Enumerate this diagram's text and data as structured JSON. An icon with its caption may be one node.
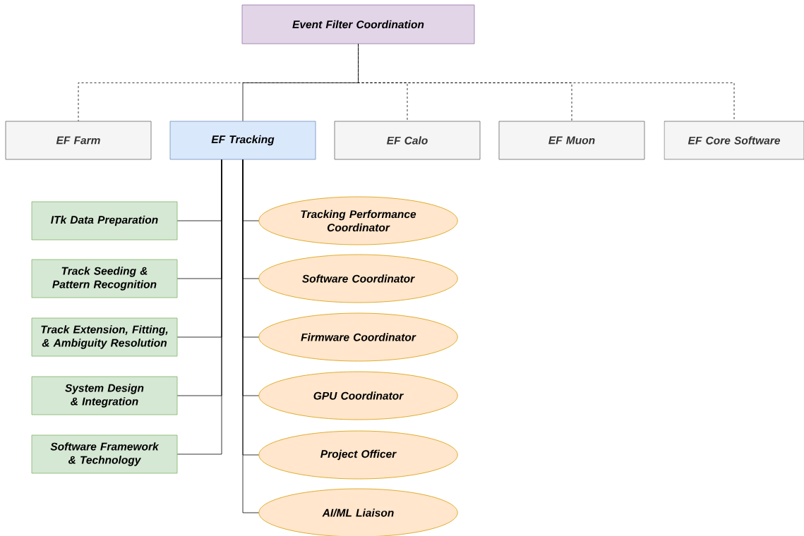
{
  "diagram": {
    "nodes": [
      {
        "text": [
          "Event Filter Coordination"
        ]
      },
      {
        "text": [
          "EF Farm"
        ]
      },
      {
        "text": [
          "EF Tracking"
        ]
      },
      {
        "text": [
          "EF Calo"
        ]
      },
      {
        "text": [
          "EF Muon"
        ]
      },
      {
        "text": [
          "EF Core Software"
        ]
      },
      {
        "text": [
          "ITk Data Preparation"
        ]
      },
      {
        "text": [
          "Track Seeding & Pattern Recognition"
        ]
      },
      {
        "text": [
          "Track Extension, Fitting, & Ambiguity Resolution"
        ]
      },
      {
        "text": [
          "System Design & Integration"
        ]
      },
      {
        "text": [
          "Software Framework & Technology"
        ]
      },
      {
        "text": [
          "Tracking Performance Coordinator"
        ]
      },
      {
        "text": [
          "Software Coordinator"
        ]
      },
      {
        "text": [
          "Firmware Coordinator"
        ]
      },
      {
        "text": [
          "GPU Coordinator"
        ]
      },
      {
        "text": [
          "Project Officer"
        ]
      },
      {
        "text": [
          "AI/ML Liaison"
        ]
      }
    ],
    "edges": [
      {
        "from": 0,
        "to": 1,
        "arrow": "none",
        "style": "dashed"
      },
      {
        "from": 0,
        "to": 2,
        "arrow": "none"
      },
      {
        "from": 0,
        "to": 3,
        "arrow": "none",
        "style": "dashed"
      },
      {
        "from": 0,
        "to": 4,
        "arrow": "none",
        "style": "dashed"
      },
      {
        "from": 0,
        "to": 5,
        "arrow": "none",
        "style": "dashed"
      },
      {
        "from": 2,
        "to": 6,
        "arrow": "none"
      },
      {
        "from": 2,
        "to": 7,
        "arrow": "none"
      },
      {
        "from": 2,
        "to": 8,
        "arrow": "none"
      },
      {
        "from": 2,
        "to": 9,
        "arrow": "none"
      },
      {
        "from": 2,
        "to": 10,
        "arrow": "none"
      },
      {
        "from": 2,
        "to": 11,
        "arrow": "none"
      },
      {
        "from": 2,
        "to": 12,
        "arrow": "none"
      },
      {
        "from": 2,
        "to": 13,
        "arrow": "none"
      },
      {
        "from": 2,
        "to": 14,
        "arrow": "none"
      },
      {
        "from": 2,
        "to": 15,
        "arrow": "none"
      },
      {
        "from": 2,
        "to": 16,
        "arrow": "none"
      }
    ]
  }
}
